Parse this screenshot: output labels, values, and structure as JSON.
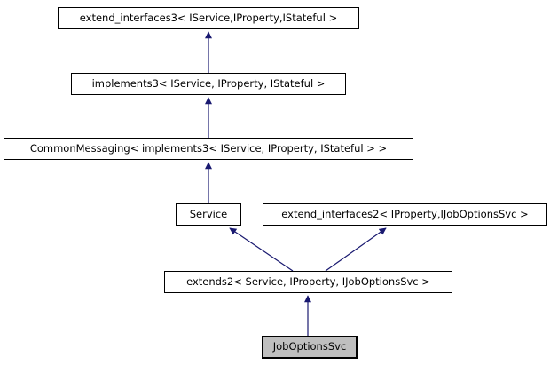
{
  "diagram": {
    "type": "class-inheritance-graph",
    "nodes": [
      {
        "id": "extend_interfaces3",
        "label": "extend_interfaces3< IService,IProperty,IStateful >",
        "kind": "class-link"
      },
      {
        "id": "implements3",
        "label": "implements3< IService, IProperty, IStateful >",
        "kind": "class-link"
      },
      {
        "id": "CommonMessaging",
        "label": "CommonMessaging< implements3< IService, IProperty, IStateful > >",
        "kind": "class-link"
      },
      {
        "id": "Service",
        "label": "Service",
        "kind": "class-link"
      },
      {
        "id": "extend_interfaces2",
        "label": "extend_interfaces2< IProperty,IJobOptionsSvc >",
        "kind": "class-link"
      },
      {
        "id": "extends2",
        "label": "extends2< Service, IProperty, IJobOptionsSvc >",
        "kind": "class-link"
      },
      {
        "id": "JobOptionsSvc",
        "label": "JobOptionsSvc",
        "kind": "current-class"
      }
    ],
    "edges": [
      {
        "from": "implements3",
        "to": "extend_interfaces3",
        "relation": "inherits"
      },
      {
        "from": "CommonMessaging",
        "to": "implements3",
        "relation": "inherits"
      },
      {
        "from": "Service",
        "to": "CommonMessaging",
        "relation": "inherits"
      },
      {
        "from": "extends2",
        "to": "Service",
        "relation": "inherits"
      },
      {
        "from": "extends2",
        "to": "extend_interfaces2",
        "relation": "inherits"
      },
      {
        "from": "JobOptionsSvc",
        "to": "extends2",
        "relation": "inherits"
      }
    ],
    "colors": {
      "arrow": "#191970",
      "node_background": "#ffffff",
      "node_border": "#000000",
      "current_node_background": "#bfbfbf"
    }
  }
}
